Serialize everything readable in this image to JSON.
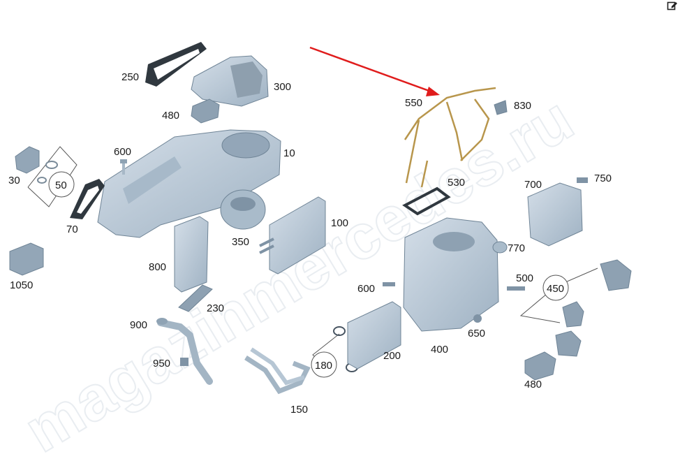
{
  "watermark": "magazinmercedes.ru",
  "colors": {
    "part_fill": "#b8c8d6",
    "part_dark": "#43505c",
    "arrow": "#e01c1c",
    "harness": "#b8964c"
  },
  "icons": {
    "edit": "edit-icon"
  },
  "callouts": {
    "c10": "10",
    "c30": "30",
    "c50": "50",
    "c70": "70",
    "c100": "100",
    "c150": "150",
    "c180": "180",
    "c200": "200",
    "c230": "230",
    "c250": "250",
    "c300": "300",
    "c350": "350",
    "c400": "400",
    "c450": "450",
    "c480a": "480",
    "c480b": "480",
    "c500": "500",
    "c530": "530",
    "c550": "550",
    "c600a": "600",
    "c600b": "600",
    "c650": "650",
    "c700": "700",
    "c750": "750",
    "c770": "770",
    "c800": "800",
    "c830": "830",
    "c900": "900",
    "c950": "950",
    "c1050": "1050"
  }
}
